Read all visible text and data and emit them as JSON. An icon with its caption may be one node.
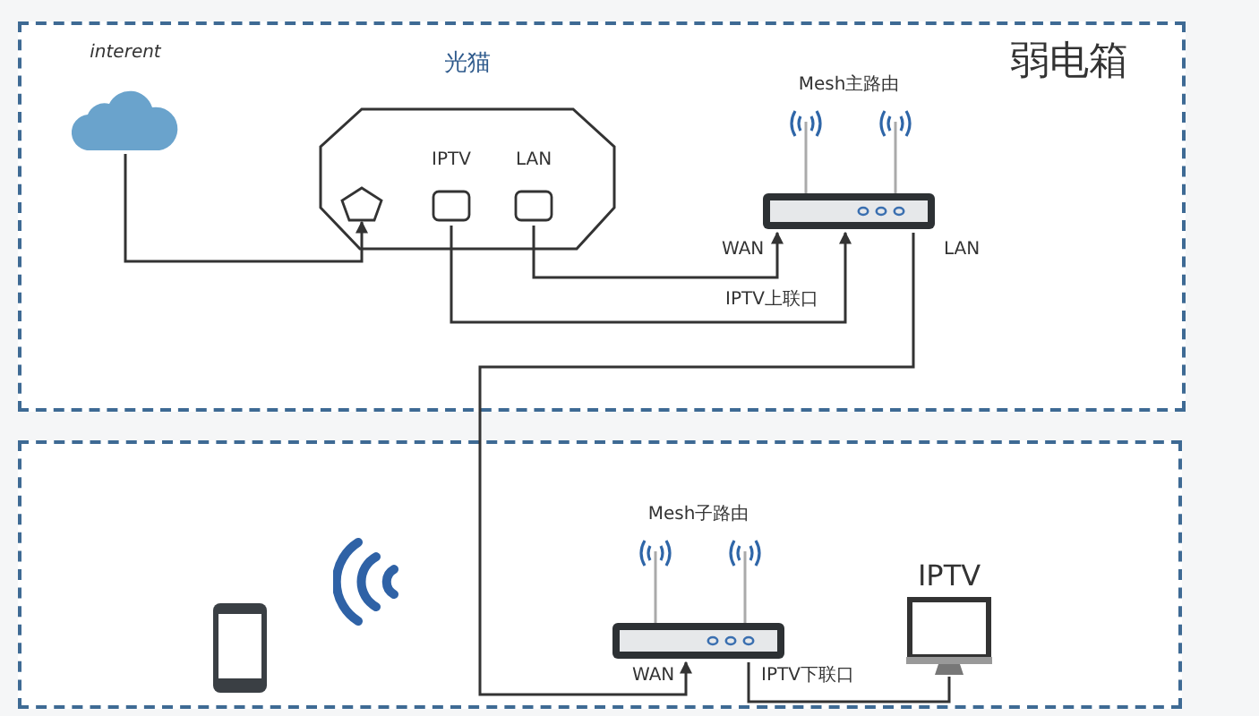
{
  "diagram": {
    "nodes": [
      {
        "text": [
          "弱电箱"
        ]
      },
      {
        "text": [
          "interent"
        ],
        "in": 0
      },
      {
        "text": [
          "光猫"
        ],
        "in": 0
      },
      {
        "text": [],
        "shape": "pentagon",
        "in": 2
      },
      {
        "text": [
          "IPTV"
        ],
        "in": 2
      },
      {
        "text": [
          "LAN"
        ],
        "in": 2
      },
      {
        "text": [
          "Mesh主路由"
        ],
        "in": 0
      },
      {
        "text": [],
        "shape": "box"
      },
      {
        "text": [
          "Mesh子路由"
        ],
        "in": 7
      },
      {
        "text": [
          "IPTV"
        ],
        "in": 7
      },
      {
        "text": [],
        "shape": "picture",
        "in": 7
      }
    ],
    "edges": [
      {
        "from": 1,
        "to": 3,
        "arrow": "to"
      },
      {
        "from": 5,
        "to": 6,
        "arrow": "to",
        "label": "WAN"
      },
      {
        "from": 4,
        "to": 6,
        "arrow": "to",
        "label": "IPTV上联口"
      },
      {
        "from": 6,
        "to": 8,
        "arrow": "to",
        "label": "LAN"
      },
      {
        "from": 8,
        "to": 9,
        "arrow": "none",
        "label": "IPTV下联口"
      }
    ],
    "labels": [
      "WAN"
    ]
  }
}
